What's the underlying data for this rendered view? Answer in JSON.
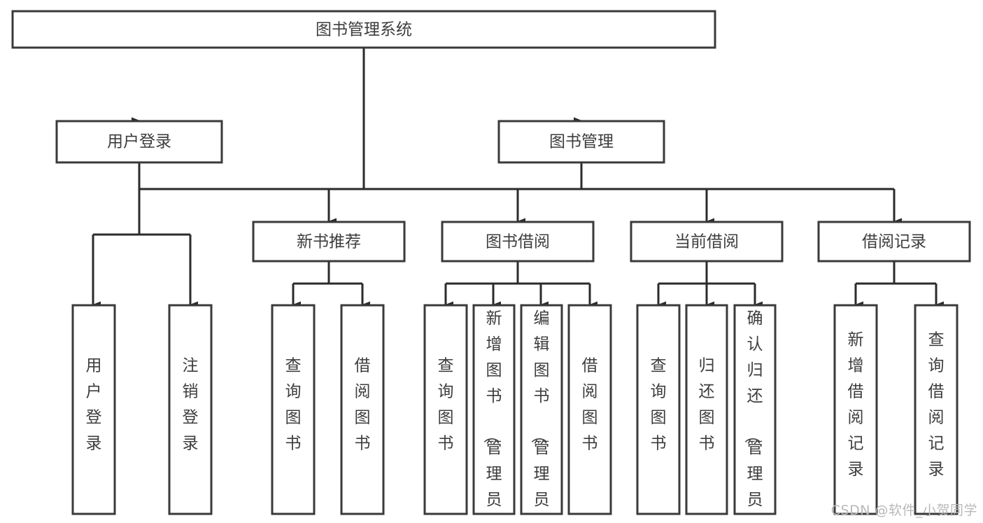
{
  "diagram": {
    "type": "tree",
    "title": "图书管理系统",
    "root": {
      "id": "root",
      "label": "图书管理系统"
    },
    "level2": [
      {
        "id": "user-login",
        "label": "用户登录"
      },
      {
        "id": "book-manage",
        "label": "图书管理"
      }
    ],
    "level3": [
      {
        "id": "new-book-recommend",
        "label": "新书推荐",
        "parent": "book-manage"
      },
      {
        "id": "book-borrow",
        "label": "图书借阅",
        "parent": "book-manage"
      },
      {
        "id": "current-borrow",
        "label": "当前借阅",
        "parent": "book-manage"
      },
      {
        "id": "borrow-record",
        "label": "借阅记录",
        "parent": "book-manage"
      }
    ],
    "leaves": [
      {
        "id": "leaf-user-login",
        "label": "用户登录",
        "parent": "user-login"
      },
      {
        "id": "leaf-logout-login",
        "label": "注销登录",
        "parent": "user-login"
      },
      {
        "id": "leaf-query-book-1",
        "label": "查询图书",
        "parent": "new-book-recommend"
      },
      {
        "id": "leaf-borrow-book-1",
        "label": "借阅图书",
        "parent": "new-book-recommend"
      },
      {
        "id": "leaf-query-book-2",
        "label": "查询图书",
        "parent": "book-borrow"
      },
      {
        "id": "leaf-add-book",
        "label": "新增图书（管理员）",
        "parent": "book-borrow"
      },
      {
        "id": "leaf-edit-book",
        "label": "编辑图书（管理员）",
        "parent": "book-borrow"
      },
      {
        "id": "leaf-borrow-book-2",
        "label": "借阅图书",
        "parent": "book-borrow"
      },
      {
        "id": "leaf-query-book-3",
        "label": "查询图书",
        "parent": "current-borrow"
      },
      {
        "id": "leaf-return-book",
        "label": "归还图书",
        "parent": "current-borrow"
      },
      {
        "id": "leaf-confirm-return",
        "label": "确认归还（管理员）",
        "parent": "current-borrow"
      },
      {
        "id": "leaf-add-record",
        "label": "新增借阅记录",
        "parent": "borrow-record"
      },
      {
        "id": "leaf-query-record",
        "label": "查询借阅记录",
        "parent": "borrow-record"
      }
    ]
  },
  "colors": {
    "box_stroke": "#3a3a3a",
    "edge": "#2b2b2b",
    "text": "#3d3d3d",
    "background": "#ffffff",
    "watermark": "#b9b9b9"
  },
  "watermark": {
    "text": "CSDN @软件_小贺同学"
  }
}
